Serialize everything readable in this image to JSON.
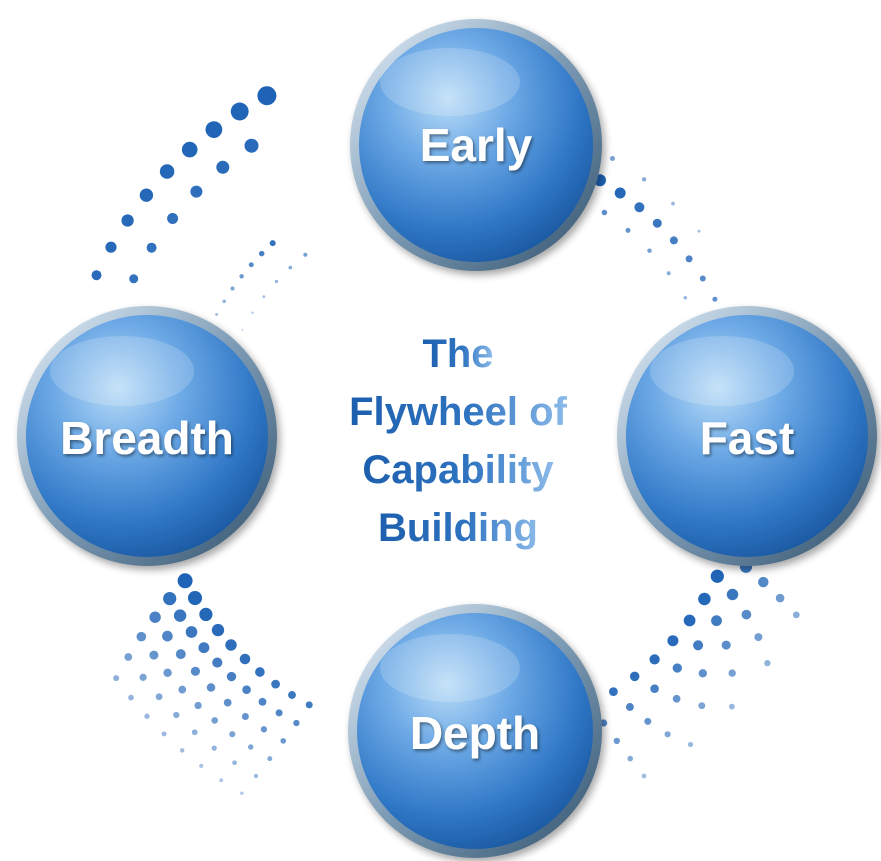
{
  "diagram": {
    "center_title": {
      "line1": "The",
      "line2": "Flywheel of",
      "line3": "Capability",
      "line4": "Building"
    },
    "nodes": {
      "early": "Early",
      "fast": "Fast",
      "depth": "Depth",
      "breadth": "Breadth"
    },
    "colors": {
      "node_light": "#9ccbf3",
      "node_mid": "#4a8fd6",
      "node_dark": "#1f5fa8",
      "rim": "#4d6f8c",
      "dots": "#1e63b6",
      "title_dark": "#1c5fae",
      "title_light": "#7fb2e6"
    }
  }
}
